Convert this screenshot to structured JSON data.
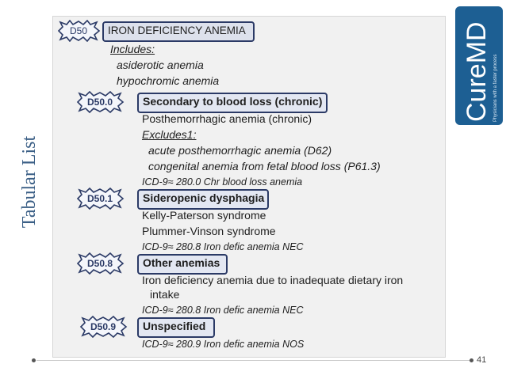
{
  "side_title": "Tabular List",
  "logo": {
    "brand": "CureMD",
    "tagline": "Physicians with a faster process"
  },
  "page_number": "41",
  "colors": {
    "accent": "#3b5f86",
    "box_border": "#2b3a66",
    "logo_bg": "#1d5f93"
  },
  "d50": {
    "code": "D50",
    "title": "IRON DEFICIENCY ANEMIA",
    "includes_label": "Includes:",
    "includes": [
      "asiderotic anemia",
      "hypochromic anemia"
    ]
  },
  "d500": {
    "code": "D50.0",
    "title": "Secondary to blood loss (chronic)",
    "lines": [
      "Posthemorrhagic anemia (chronic)"
    ],
    "excludes_label": "Excludes1:",
    "excludes": [
      "acute posthemorrhagic anemia (D62)",
      "congenital anemia from fetal blood loss (P61.3)"
    ],
    "icd9": "ICD-9≈  280.0  Chr blood loss anemia"
  },
  "d501": {
    "code": "D50.1",
    "title": "Sideropenic dysphagia",
    "lines": [
      "Kelly-Paterson syndrome",
      "Plummer-Vinson syndrome"
    ],
    "icd9": "ICD-9≈  280.8  Iron defic anemia NEC"
  },
  "d508": {
    "code": "D50.8",
    "title": "Other anemias",
    "lines": [
      "Iron deficiency anemia due to inadequate dietary iron",
      "intake"
    ],
    "icd9": "ICD-9≈  280.8  Iron defic anemia NEC"
  },
  "d509": {
    "code": "D50.9",
    "title": "Unspecified",
    "icd9": "ICD-9≈  280.9  Iron defic anemia NOS"
  }
}
